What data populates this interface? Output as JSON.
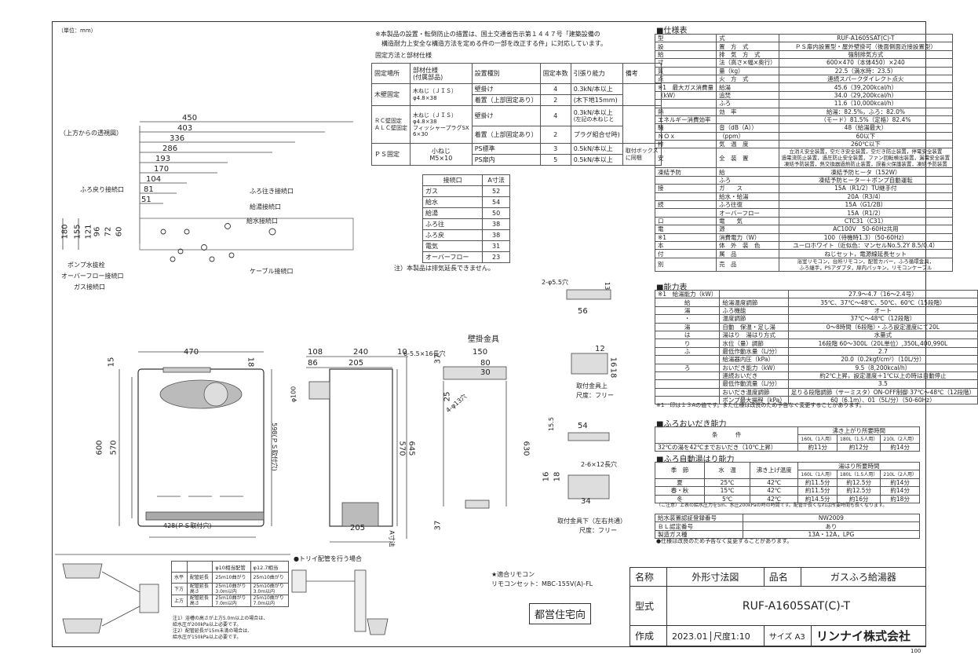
{
  "unit_note": "（単位：mm）",
  "install_note": {
    "line1": "※本製品の設置・転倒防止の措置は、国土交通省告示第１４４７号「建築設備の",
    "line2": "構造耐力上安全な構造方法を定める件の一部を改正する件」に対応しています。",
    "line3": "固定方法と部材仕様"
  },
  "fix_table": {
    "headers": [
      "固定場所",
      "部材仕様\n(付属部品)",
      "設置種別",
      "固定本数",
      "引張り能力",
      "備考"
    ],
    "rows": [
      {
        "place": "木壁固定",
        "parts": "木ねじ（ＪＩＳ）\nφ4.8×38",
        "kind": [
          "壁掛け",
          "着置（上部固定あり）"
        ],
        "count": [
          "4",
          "2"
        ],
        "pull": [
          "0.3kN/本以上",
          "(木下地15mm)"
        ],
        "note": ""
      },
      {
        "place": "ＲＣ壁固定\nＡＬＣ壁固定",
        "parts": "木ねじ（ＪＩＳ）\nφ4.8×38\nフィッシャープラグSX\n6×30",
        "kind": [
          "壁掛け",
          "着置（上部固定あり）"
        ],
        "count": [
          "4",
          "2"
        ],
        "pull": [
          "0.3kN/本以上",
          "(左記の木ねじと",
          "プラグ組合せ時)"
        ],
        "note": ""
      },
      {
        "place": "ＰＳ固定",
        "parts": "小ねじ\nM5×10",
        "kind": [
          "PS標準",
          "PS扉内"
        ],
        "count": [
          "3",
          "5"
        ],
        "pull": [
          "0.5kN/本以上",
          "0.5kN/本以上"
        ],
        "note": "取付ボックス\nに同梱"
      }
    ]
  },
  "conn_table": {
    "headers": [
      "接続口",
      "A寸法"
    ],
    "rows": [
      [
        "ガス",
        "52"
      ],
      [
        "給水",
        "54"
      ],
      [
        "給湯",
        "50"
      ],
      [
        "ふろ往",
        "38"
      ],
      [
        "ふろ戻",
        "38"
      ],
      [
        "電気",
        "31"
      ],
      [
        "オーバーフロー",
        "23"
      ]
    ]
  },
  "exhaust_note": "注）本製品は排気延長できません。",
  "top_view": {
    "title": "（上方からの透視図）",
    "h_dims": [
      "450",
      "403",
      "336",
      "286",
      "193",
      "170",
      "104",
      "81",
      "51"
    ],
    "v_dims": [
      "180",
      "155",
      "121",
      "96",
      "72",
      "60"
    ],
    "labels": [
      "ふろ戻り接続口",
      "ふろ往き接続口",
      "給湯接続口",
      "給水接続口",
      "ポンプ水抜栓",
      "オーバーフロー接続口",
      "ガス接続口",
      "ケーブル接続口"
    ]
  },
  "front_view": {
    "w": "470",
    "h1": "600",
    "h2": "570",
    "h3": "598(ＰＳ取付穴)",
    "top": "15",
    "top2": "18",
    "bottom": "428(ＰＳ取付穴)"
  },
  "side_view": {
    "d1": "108",
    "d2": "240",
    "d3": "86",
    "d4": "205",
    "d5": "10",
    "pipe": "φ100",
    "h1": "570",
    "h2": "645",
    "bottom": "205",
    "a": "A寸法"
  },
  "bracket": {
    "title": "壁掛金具",
    "holes": "6-5.5×16長穴",
    "w1": "150",
    "w2": "80",
    "w3": "30",
    "h1": "37",
    "h2": "25",
    "h3": "630",
    "h4": "37",
    "slot": "4-φ13穴"
  },
  "fitting_top": {
    "holes": "2-φ5.5穴",
    "d1": "13",
    "d2": "56",
    "d3": "12",
    "d4": "16",
    "d5": "18",
    "label": "取付金具上",
    "scale": "尺度：フリー"
  },
  "fitting_bottom": {
    "d1": "15.5",
    "d2": "54",
    "holes": "2-6×12長穴",
    "d3": "16",
    "d4": "18",
    "d5": "34",
    "label": "取付金具下（左右共通）",
    "scale": "尺度：フリー"
  },
  "spec": {
    "title": "■仕様表",
    "rows": [
      [
        "型",
        "式",
        "RUF-A1605SAT(C)-T"
      ],
      [
        "設",
        "置　方　式",
        "ＰＳ扉内設置型・屋外壁掛可（後面側面近接設置型）"
      ],
      [
        "給",
        "排　気　方　式",
        "強制排気方式"
      ],
      [
        "寸",
        "法（高さ×幅×奥行）",
        "600×470（本体450）×240"
      ],
      [
        "質",
        "量（kg）",
        "22.5（満水時：23.5）"
      ],
      [
        "点",
        "火　方　式",
        "連続スパークダイレクト点火"
      ],
      [
        "※1　最大ガス消費量",
        "給湯",
        "45.6（39,200kcal/h）"
      ],
      [
        "（kW）",
        "追焚",
        "34.0（29,200kcal/h）"
      ],
      [
        "",
        "ふろ",
        "11.6（10,000kcal/h）"
      ],
      [
        "熱",
        "効　率",
        "給湯：82.5%，ふろ：82.0%"
      ],
      [
        "エネルギー消費効率",
        "",
        "（モード）81.5%（定格）82.4%"
      ],
      [
        "騒",
        "音（dB（A））",
        "48（給湯最大）"
      ],
      [
        "ＮＯｘ",
        "（ppm）",
        "60以下"
      ],
      [
        "排",
        "気　温　度",
        "260℃以下"
      ],
      [
        "安",
        "全　装　置",
        "立消え安全装置，空だき安全装置，空だき防止装置，停電安全装置\n過電流防止装置，過圧防止安全装置，ファン回転検出装置，漏電安全装置\n凍結予防装置，熱交換器過熱防止装置，誤着火保護装置，凍結予防装置"
      ],
      [
        "凍結予防",
        "給",
        "凍結予防ヒータ（152W）"
      ],
      [
        "",
        "ふろ",
        "凍結予防ヒーター＋ポンプ自動運転"
      ],
      [
        "接",
        "ガ　　ス",
        "15A（R1/2）TU継手付"
      ],
      [
        "",
        "給水・給湯",
        "20A（R3/4）"
      ],
      [
        "続",
        "ふろ往復",
        "15A（G1/2B）"
      ],
      [
        "",
        "オーバーフロー",
        "15A（R1/2）"
      ],
      [
        "口",
        "電　　気",
        "CTC31（C31）"
      ],
      [
        "電",
        "源",
        "AC100V　50-60Hz共用"
      ],
      [
        "※1",
        "消費電力（W）",
        "100（待機時1.3）（50-60Hz）"
      ],
      [
        "本",
        "体　外　装　色",
        "ユーロホワイト（近似色：マンセルNo.5.2Y 8.5/0.4）"
      ],
      [
        "付",
        "属　品",
        "ねじセット，電源線延長セット"
      ],
      [
        "別",
        "売　品",
        "浴室リモコン，台所リモコン，配管カバー，ふろ循環金具，\nふろ継手，PSアダプタ，扉内パッキン，リモコンケーブル"
      ]
    ]
  },
  "ability": {
    "title": "■能力表",
    "rows": [
      [
        "※1　給湯能力（kW）",
        "",
        "27.9〜4.7（16〜2.4号）"
      ],
      [
        "給",
        "給湯温度調節",
        "35℃、37℃〜48℃、50℃、60℃（15段階）"
      ],
      [
        "湯",
        "ふろ機能",
        "オート"
      ],
      [
        "・",
        "温度調節",
        "37℃〜48℃（12段階）"
      ],
      [
        "湯",
        "自動　保温・足し湯",
        "0〜8時間（6段階）・ふろ設定温度にて20L"
      ],
      [
        "は",
        "湯はり　湯はり方式",
        "水量式"
      ],
      [
        "り",
        "水位（量）調節",
        "16段階 60〜300L（20L単位）,350L,400,990L"
      ],
      [
        "ふ",
        "最低作動水量（L/分）",
        "2.7"
      ],
      [
        "",
        "給湯器内圧（kPa）",
        "20.0（0.2kgf/cm²）（10L/分）"
      ],
      [
        "ろ",
        "おいだき能力（kW）",
        "9.5（8,200kcal/h）"
      ],
      [
        "",
        "連続おいだき",
        "約2℃上昇，設定温度＋1℃以上の時は自動停止"
      ],
      [
        "",
        "最低作動流量（L/分）",
        "3.5"
      ],
      [
        "",
        "おいだき温度調節",
        "足りる段階調節（サーミスタ）ON-OFF制御 37℃〜48℃（12段階）"
      ],
      [
        "",
        "ポンプ最大揚程（kPa）",
        "60（6.1m）、01（5L/分）（50-60Hz）"
      ]
    ],
    "note": "※1　印は１３Aの値です。また仕様は改良のため予告なく変更することがあります。"
  },
  "oidaki": {
    "title": "■ふろおいだき能力",
    "headers": [
      "条　　　件",
      "沸き上がり所要時間"
    ],
    "sub": [
      "160L（1人用）",
      "180L（1.5人用）",
      "210L（2人用）"
    ],
    "row": [
      "32℃の湯を42℃までおいだき（10℃上昇）",
      "約11分",
      "約12分",
      "約14分"
    ]
  },
  "yuhari": {
    "title": "■ふろ自動湯はり能力",
    "headers": [
      "季　節",
      "水　温",
      "沸き上げ温度",
      "湯はり所要時間"
    ],
    "sub": [
      "160L（1人用）",
      "180L（1.5人用）",
      "210L（2人用）"
    ],
    "rows": [
      [
        "夏",
        "25℃",
        "42℃",
        "約11.5分",
        "約12.5分",
        "約14分"
      ],
      [
        "春・秋",
        "15℃",
        "42℃",
        "約11.5分",
        "約12.5分",
        "約14分"
      ],
      [
        "冬",
        "5℃",
        "42℃",
        "約14.5分",
        "約16分",
        "約18分"
      ]
    ],
    "note": "（ご注意）上表の給水圧力を5m、水圧200kPaの時の時間です。配管が長くなれば所要時間も長くなります。"
  },
  "cert": {
    "rows": [
      [
        "給水装置認証登録番号",
        "NW2009"
      ],
      [
        "ＢＬ認定番号",
        "あり"
      ],
      [
        "製造ガス種",
        "13A・12A，LPG"
      ]
    ],
    "note": "●仕様は改良のため予告なく変更することがあります。"
  },
  "remote": {
    "title": "★適合リモコン",
    "value": "リモコンセット：MBC-155V(A)-FL"
  },
  "stamp": "都営住宅向",
  "trap_note": "●トリイ配管を行う場合",
  "pipe_table": {
    "headers": [
      "",
      "",
      "φ10相当配管",
      "φ12.7相当"
    ],
    "rows": [
      [
        "水平",
        "配管延長",
        "25m10曲がり",
        "25m10曲がり"
      ],
      [
        "下方",
        "配管延長\n高さ",
        "25m10曲がり\n3.0m以内",
        "25m10曲がり\n3.0m以内"
      ],
      [
        "上方",
        "配管延長\n高さ",
        "25m10曲がり\n7.0m以内",
        "25m10曲がり\n7.0m以内"
      ]
    ],
    "notes": [
      "注1）浴槽の高さが上方5.0m以上の場合は、",
      "給水圧が200kPa以上必要です。",
      "注2）配管延長が15m未満の場合は、",
      "給水圧が150kPa以上必要です。"
    ]
  },
  "title_block": {
    "name_label": "名称",
    "name_value": "外形寸法図",
    "prod_label": "品名",
    "prod_value": "ガスふろ給湯器",
    "model_label": "型式",
    "model_value": "RUF-A1605SAT(C)-T",
    "made_label": "作成",
    "made_value": "2023.01",
    "scale_label": "尺度",
    "scale_value": "1:10",
    "size_label": "サイズ",
    "size_value": "A3",
    "company": "リンナイ株式会社",
    "page": "100"
  }
}
